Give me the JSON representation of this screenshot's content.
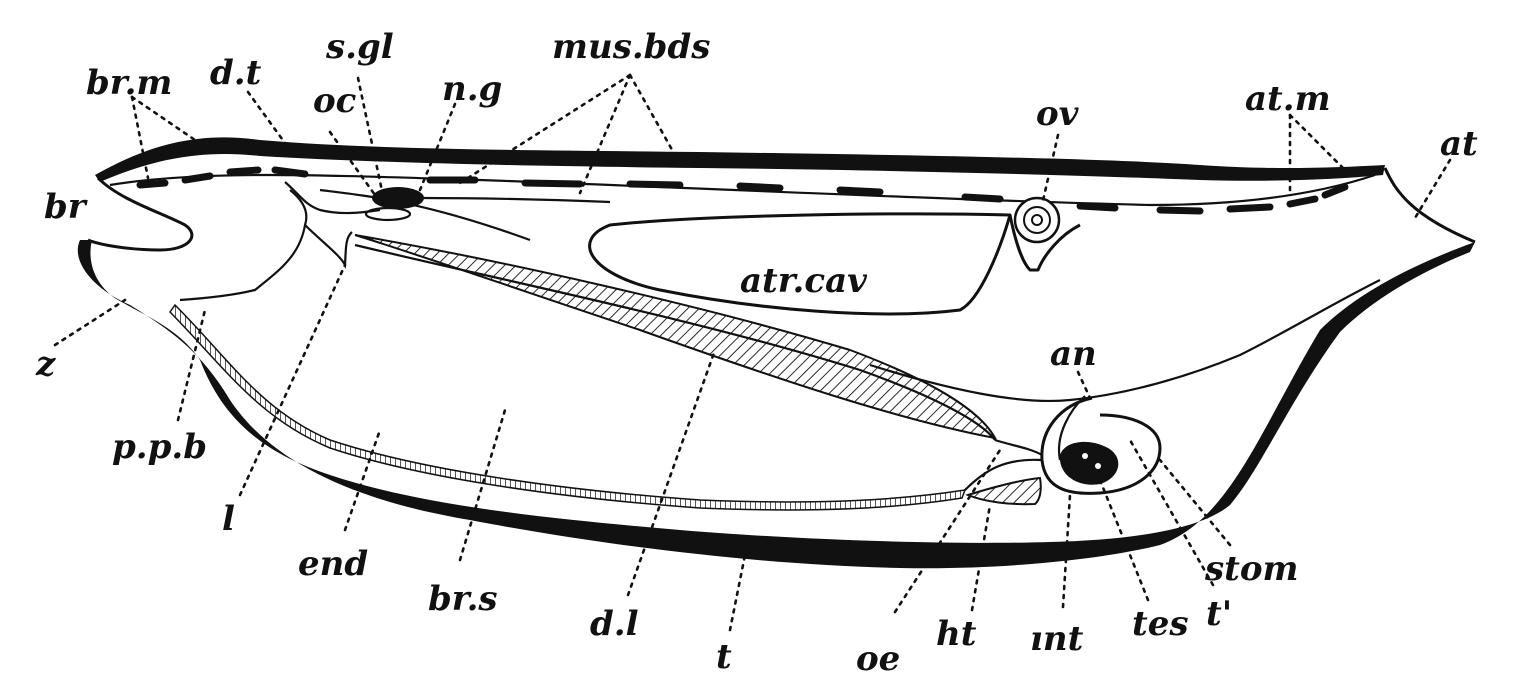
{
  "labels": {
    "br_m": "br.m",
    "d_t": "d.t",
    "s_gl": "s.gl",
    "oc": "oc",
    "n_g": "n.g",
    "mus_bds": "mus.bds",
    "ov": "ov",
    "at_m": "at.m",
    "at": "at",
    "br": "br",
    "z": "z",
    "p_p_b": "p.p.b",
    "l": "l",
    "end": "end",
    "br_s": "br.s",
    "d_l": "d.l",
    "t": "t",
    "atr_cav": "atr.cav",
    "an": "an",
    "oe": "oe",
    "ht": "ht",
    "int": "ınt",
    "tes": "tes",
    "t_prime": "t'",
    "stom": "stom"
  },
  "colors": {
    "ink": "#111111",
    "paper": "#ffffff"
  }
}
